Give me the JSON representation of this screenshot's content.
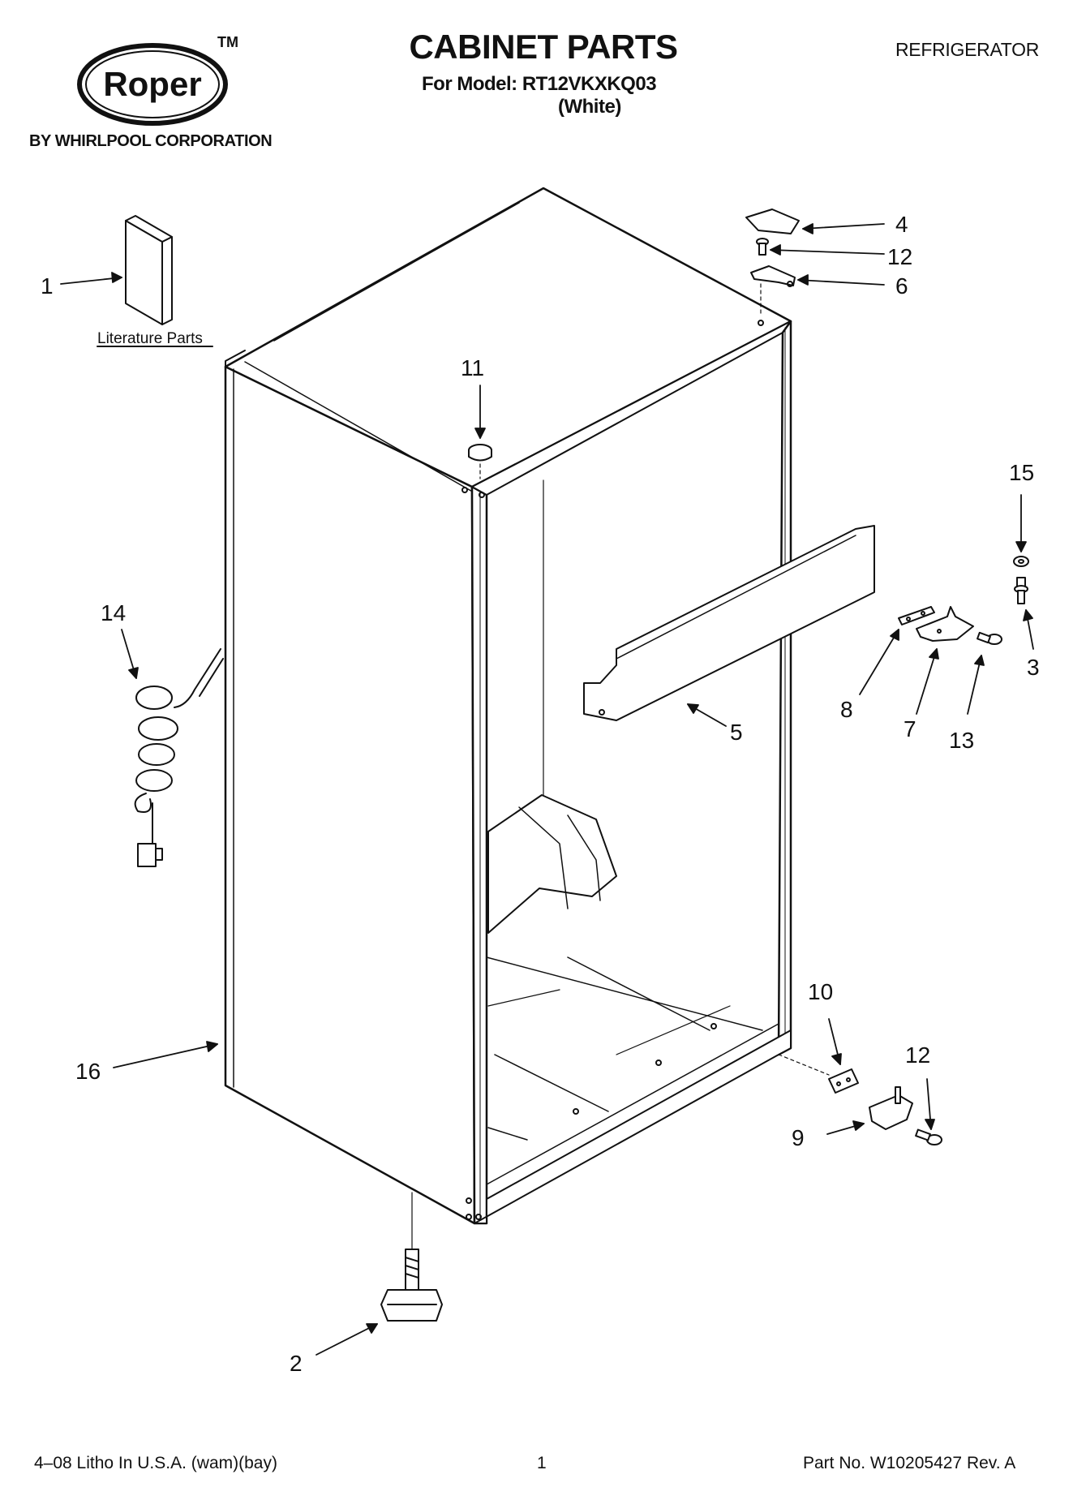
{
  "header": {
    "brand": "Roper",
    "trademark": "TM",
    "brand_subtitle": "BY WHIRLPOOL CORPORATION",
    "title": "CABINET PARTS",
    "model_line": "For Model: RT12VKXKQ03",
    "color_line": "(White)",
    "category": "REFRIGERATOR"
  },
  "diagram": {
    "literature_label": "Literature Parts",
    "callouts": [
      "1",
      "2",
      "3",
      "4",
      "5",
      "6",
      "7",
      "8",
      "9",
      "10",
      "11",
      "12",
      "12",
      "13",
      "14",
      "15",
      "16"
    ]
  },
  "footer": {
    "litho": "4–08 Litho In U.S.A. (wam)(bay)",
    "page": "1",
    "part_no": "Part No. W10205427 Rev. A"
  }
}
